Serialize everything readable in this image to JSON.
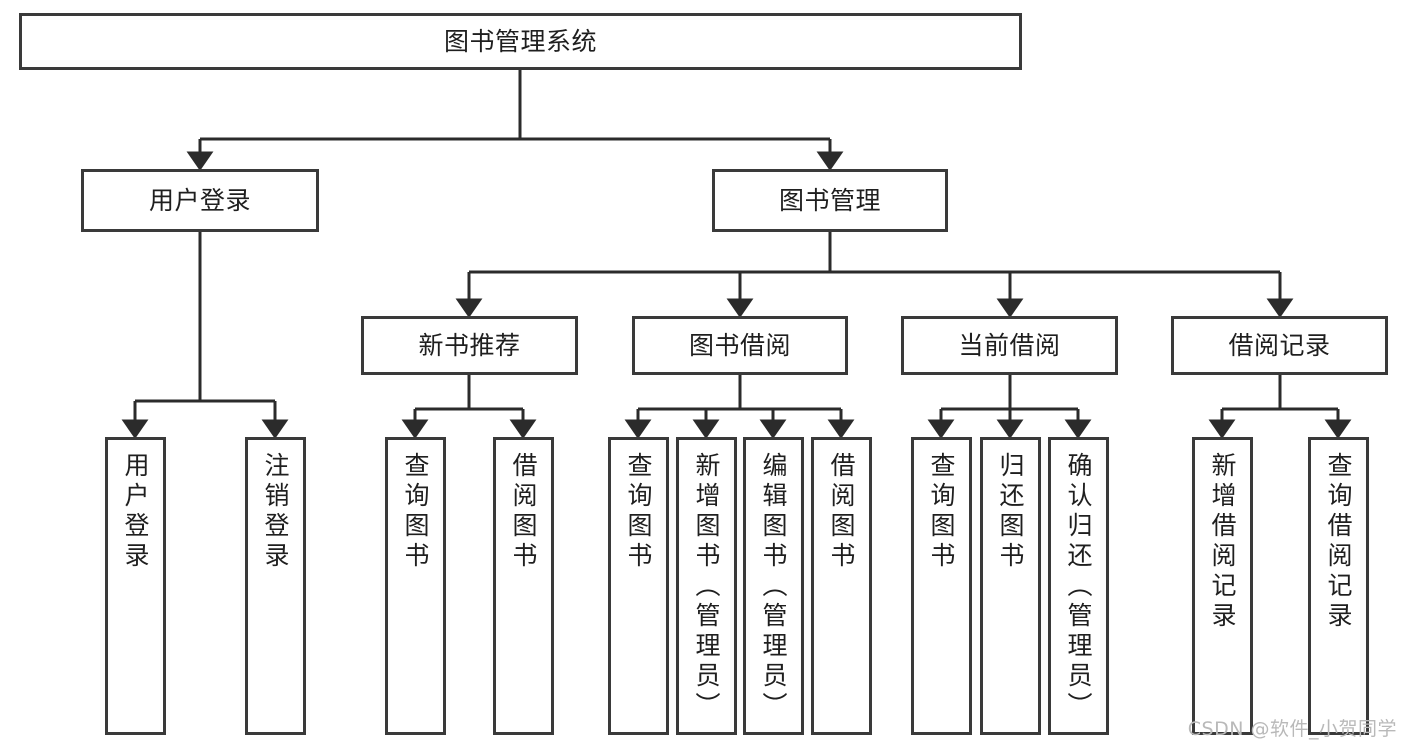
{
  "diagram": {
    "title": "图书管理系统",
    "type": "tree-hierarchy-diagram",
    "orientation": "top-down",
    "box_border_color": "#3a3a3a",
    "box_fill_color": "#ffffff",
    "connector_color": "#2b2b2b",
    "background_color": "#ffffff"
  },
  "nodes": {
    "root": {
      "label": "图书管理系统"
    },
    "level2": [
      {
        "id": "user-login",
        "label": "用户登录"
      },
      {
        "id": "book-management",
        "label": "图书管理"
      }
    ],
    "level3": [
      {
        "id": "new-book-recommend",
        "label": "新书推荐"
      },
      {
        "id": "book-borrow",
        "label": "图书借阅"
      },
      {
        "id": "current-borrow",
        "label": "当前借阅"
      },
      {
        "id": "borrow-record",
        "label": "借阅记录"
      }
    ],
    "leaves": {
      "user_login": [
        {
          "id": "leaf-user-login",
          "label": "用户登录"
        },
        {
          "id": "leaf-logout-login",
          "label": "注销登录"
        }
      ],
      "new_book_recommend": [
        {
          "id": "leaf-query-book-1",
          "label": "查询图书"
        },
        {
          "id": "leaf-borrow-book-1",
          "label": "借阅图书"
        }
      ],
      "book_borrow": [
        {
          "id": "leaf-query-book-2",
          "label": "查询图书"
        },
        {
          "id": "leaf-add-book",
          "label": "新增图书（管理员）"
        },
        {
          "id": "leaf-edit-book",
          "label": "编辑图书（管理员）"
        },
        {
          "id": "leaf-borrow-book-2",
          "label": "借阅图书"
        }
      ],
      "current_borrow": [
        {
          "id": "leaf-query-book-3",
          "label": "查询图书"
        },
        {
          "id": "leaf-return-book",
          "label": "归还图书"
        },
        {
          "id": "leaf-confirm-return",
          "label": "确认归还（管理员）"
        }
      ],
      "borrow_record": [
        {
          "id": "leaf-add-record",
          "label": "新增借阅记录"
        },
        {
          "id": "leaf-query-record",
          "label": "查询借阅记录"
        }
      ]
    }
  },
  "watermark": {
    "text": "CSDN @软件_小贺同学"
  }
}
